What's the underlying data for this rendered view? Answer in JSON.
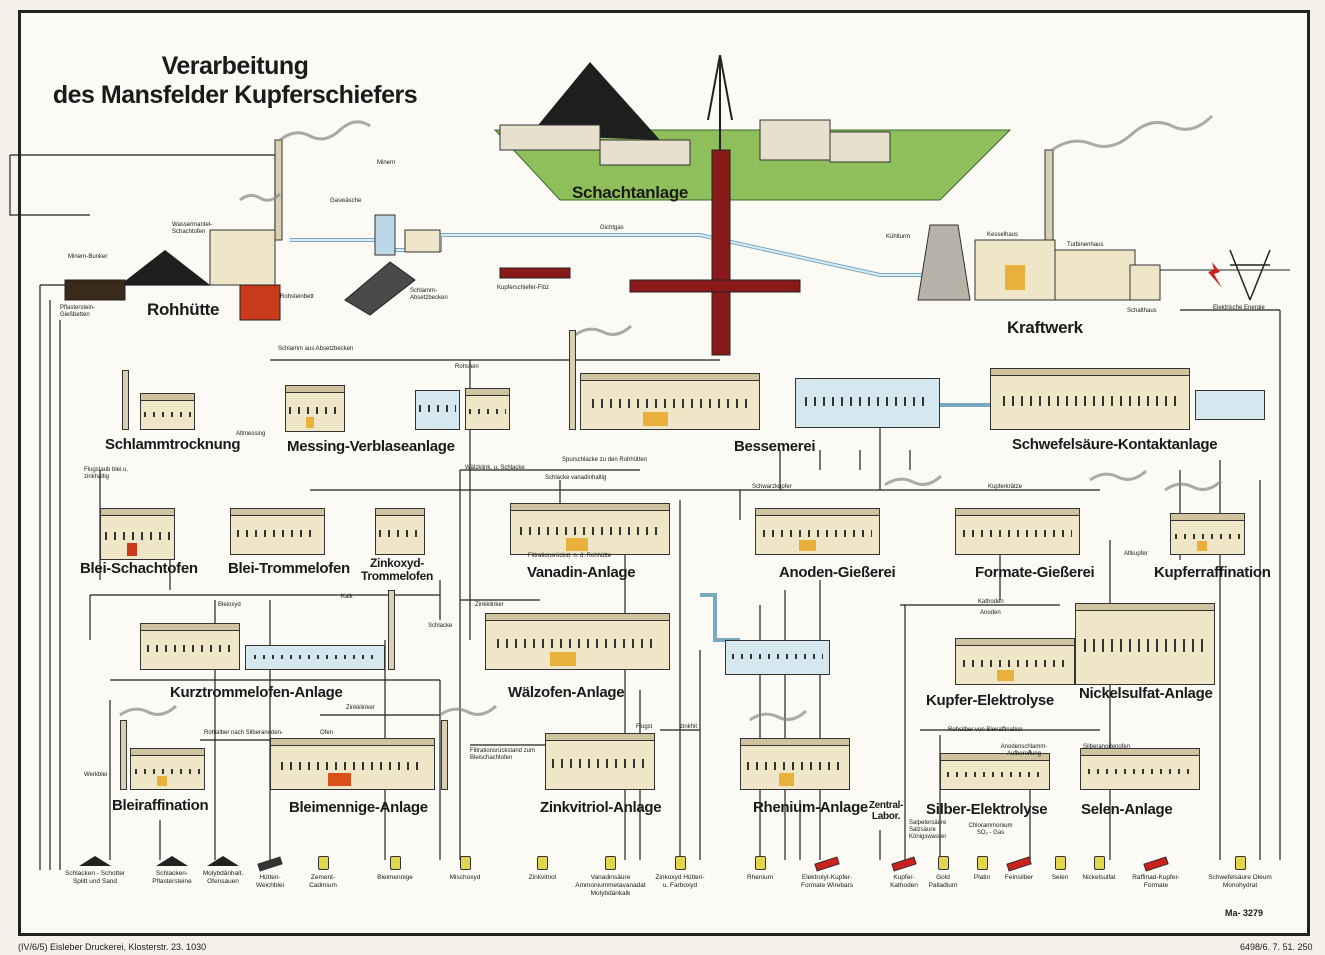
{
  "title": {
    "line1": "Verarbeitung",
    "line2": "des Mansfelder Kupferschiefers"
  },
  "colors": {
    "paper": "#fbfaf5",
    "building": "#efe6c7",
    "pipe": "#bcd8e6",
    "highlight": "#e9b13c",
    "copper_red": "#cf2020",
    "barrel_yellow": "#e2d64c",
    "shaft_red": "#8a1a1a"
  },
  "sections": {
    "schachtanlage": "Schachtanlage",
    "rohhuette": "Rohhütte",
    "kraftwerk": "Kraftwerk",
    "schlammtrocknung": "Schlammtrocknung",
    "messing": "Messing-Verblaseanlage",
    "bessemerei": "Bessemerei",
    "schwefelsaeure": "Schwefelsäure-Kontaktanlage",
    "blei_schachtofen": "Blei-Schachtofen",
    "blei_trommelofen": "Blei-Trommelofen",
    "zinkoxyd_trommelofen": "Zinkoxyd-Trommelofen",
    "vanadin": "Vanadin-Anlage",
    "anoden": "Anoden-Gießerei",
    "formate": "Formate-Gießerei",
    "kupferraffination": "Kupferraffination",
    "kurztrommelofen": "Kurztrommelofen-Anlage",
    "waelzofen": "Wälzofen-Anlage",
    "kupfer_elektrolyse": "Kupfer-Elektrolyse",
    "nickelsulfat": "Nickelsulfat-Anlage",
    "bleiraffination": "Bleiraffination",
    "bleimennige": "Bleimennige-Anlage",
    "zinkvitriol": "Zinkvitriol-Anlage",
    "rhenium": "Rhenium-Anlage",
    "zentral_labor": "Zentral-Labor.",
    "silber_elektrolyse": "Silber-Elektrolyse",
    "selen": "Selen-Anlage"
  },
  "labels": {
    "minern": "Minern",
    "minern_bunker": "Minern-Bunker",
    "wassermantel": "Wassermantel-Schachtofen",
    "gaswaesche": "Gaswäsche",
    "gichtgas": "Gichtgas",
    "kuehlturm": "Kühlturm",
    "kesselhaus": "Kesselhaus",
    "turbinenhaus": "Turbinenhaus",
    "schalthaus": "Schalthaus",
    "elektrische_energie": "Elektrische Energie",
    "kupferschiefer_floez": "Kupferschiefer-Flöz",
    "pflastersteine": "Pflasterstein-Gießbetten",
    "rohsteinbett": "Rohsteinbett",
    "schlamm_absetzbecken": "Schlamm-Absetzbecken",
    "schlamm_aus": "Schlamm aus Absetzbecken",
    "rohstein": "Rohstein",
    "altmessing": "Altmessing",
    "flugstaub": "Flugstaub blei u. zinkhaltig",
    "waelzklink": "Wälzklink. u. Schlacke",
    "spurschlacke": "Spurschlacke zu den Rohhütten",
    "schlacke_vanadin": "Schlacke vanadinhaltig",
    "schwarzkupfer": "Schwarzkupfer",
    "kupferkraetze": "Kupferkrätze",
    "filtrationsrueckst_vanadin": "Filtrationsrückst. n. d. Rohhütte",
    "altkupfer": "Altkupfer",
    "bleioxyd": "Bleioxyd",
    "kalk": "Kalk",
    "zinkklinker": "Zinkklinker",
    "schlacke": "Schlacke",
    "kathoden": "Kathoden",
    "anoden": "Anoden",
    "zinkklinker2": "Zinkklinker",
    "rohsilber": "Rohsilber nach Silberanoden-",
    "ofen": "Ofen",
    "flugst": "Flugst",
    "zinkhit": "zinkhit",
    "werkblei": "Werkblei",
    "filtrationsrueckstand": "Filtrationsrückstand zum Bleischachtofen",
    "rohsilber_von": "Rohsilber von Bleiraffination",
    "anodenschlamm": "Anodenschlamm-Aufbereitung",
    "silberanodenofen": "Silberanodenofen",
    "salpetersaeure": "Salpetersäure Salzsäure Königswasser",
    "chlorammonium": "Chlorammonium SO₂ - Gas"
  },
  "products": [
    {
      "label": "Schlacken - Schotter Splitt und Sand",
      "kind": "heap"
    },
    {
      "label": "Schlacken-Pflastersteine",
      "kind": "heap"
    },
    {
      "label": "Molybdänhalt. Ofensauen",
      "kind": "heap"
    },
    {
      "label": "Hütten-Weichblei",
      "kind": "bar"
    },
    {
      "label": "Zement-Cadmium",
      "kind": "barrel"
    },
    {
      "label": "Bleimennige",
      "kind": "barrel"
    },
    {
      "label": "Mischoxyd",
      "kind": "barrel"
    },
    {
      "label": "Zinkvitriol",
      "kind": "barrel"
    },
    {
      "label": "Vanadinsäure Ammoniummetavanadat Molybdänkalk",
      "kind": "barrel"
    },
    {
      "label": "Zinkoxyd Hütten- u. Farboxyd",
      "kind": "barrel"
    },
    {
      "label": "Rhenium",
      "kind": "barrel"
    },
    {
      "label": "Elektrolyt-Kupfer-Formate Wirebars",
      "kind": "bar"
    },
    {
      "label": "Kupfer-Kathoden",
      "kind": "bar"
    },
    {
      "label": "Gold Palladium",
      "kind": "barrel"
    },
    {
      "label": "Platin",
      "kind": "barrel"
    },
    {
      "label": "Feinsilber",
      "kind": "bar"
    },
    {
      "label": "Selen",
      "kind": "barrel"
    },
    {
      "label": "Nickelsulfat",
      "kind": "barrel"
    },
    {
      "label": "Raffinad-Kupfer-Formate",
      "kind": "bar"
    },
    {
      "label": "Schwefelsäure Oleum Monohydrat",
      "kind": "barrel"
    }
  ],
  "footer": {
    "left": "(IV/6/5) Eisleber Druckerei, Klosterstr. 23. 1030",
    "right": "6498/6. 7. 51. 250",
    "code": "Ma- 3279"
  }
}
